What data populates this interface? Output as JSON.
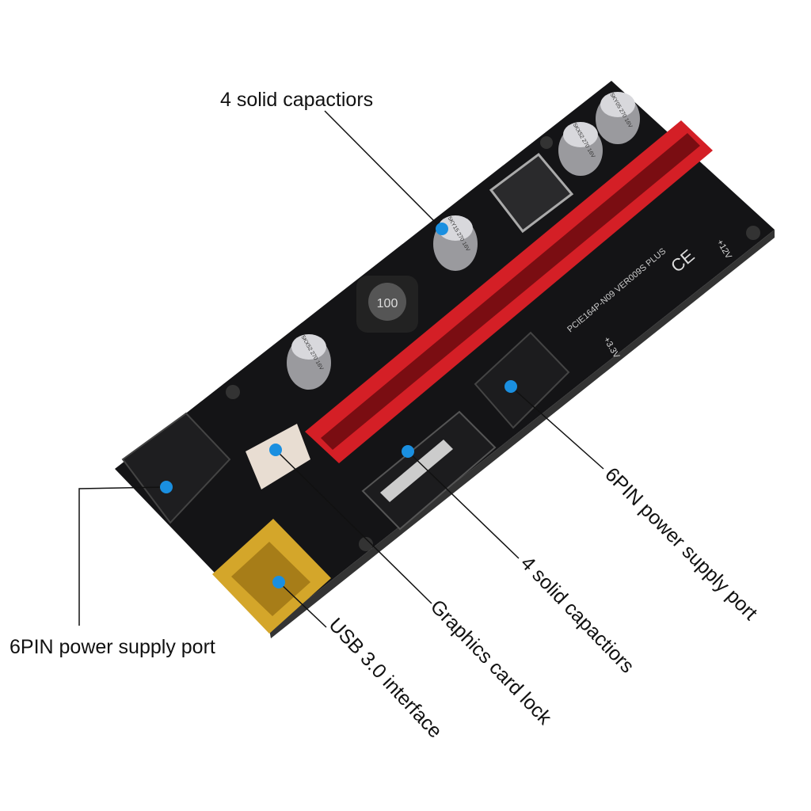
{
  "callouts": {
    "top_capacitors": "4 solid capactiors",
    "left_power_port": "6PIN power supply port",
    "usb_interface": "USB 3.0 interface",
    "card_lock": "Graphics card lock",
    "mid_capacitors": "4 solid capactiors",
    "right_power_port": "6PIN power supply port"
  },
  "board": {
    "model_text": "PCIE164P-N09 VER009S PLUS",
    "inductor_text": "100",
    "capacitor_text": [
      "5KY05 270 16V",
      "5KX52 270 16V",
      "5KY15 270 16V",
      "5KX52 270 16V"
    ],
    "voltage_labels": [
      "+12V",
      "+3.3V"
    ]
  },
  "colors": {
    "dot": "#1a8fe0",
    "board": "#141416",
    "slot": "#d41f26",
    "usb": "#d4a62a"
  }
}
